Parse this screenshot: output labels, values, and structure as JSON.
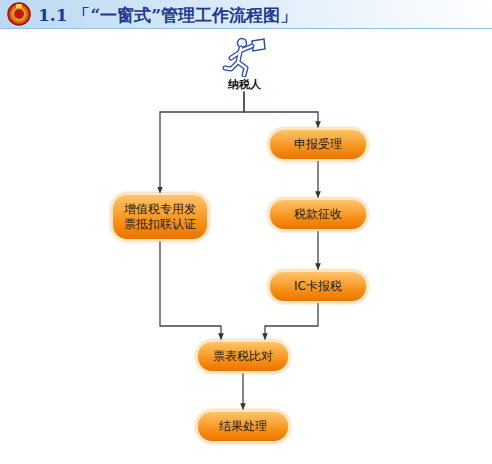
{
  "diagram": {
    "title": "1.1 「“一窗式”管理工作流程图」",
    "nodes": [
      {
        "text": [
          "纳税人"
        ]
      },
      {
        "text": [
          "增值税专用发票抵扣联认证"
        ]
      },
      {
        "text": [
          "申报受理"
        ]
      },
      {
        "text": [
          "税款征收"
        ]
      },
      {
        "text": [
          "IC卡报税"
        ]
      },
      {
        "text": [
          "票表税比对"
        ]
      },
      {
        "text": [
          "结果处理"
        ]
      }
    ],
    "edges": [
      {
        "from": 0,
        "to": 1,
        "arrow": "to"
      },
      {
        "from": 0,
        "to": 2,
        "arrow": "to"
      },
      {
        "from": 2,
        "to": 3,
        "arrow": "to"
      },
      {
        "from": 3,
        "to": 4,
        "arrow": "to"
      },
      {
        "from": 1,
        "to": 5,
        "arrow": "to"
      },
      {
        "from": 4,
        "to": 5,
        "arrow": "to"
      },
      {
        "from": 5,
        "to": 6,
        "arrow": "to"
      }
    ]
  }
}
